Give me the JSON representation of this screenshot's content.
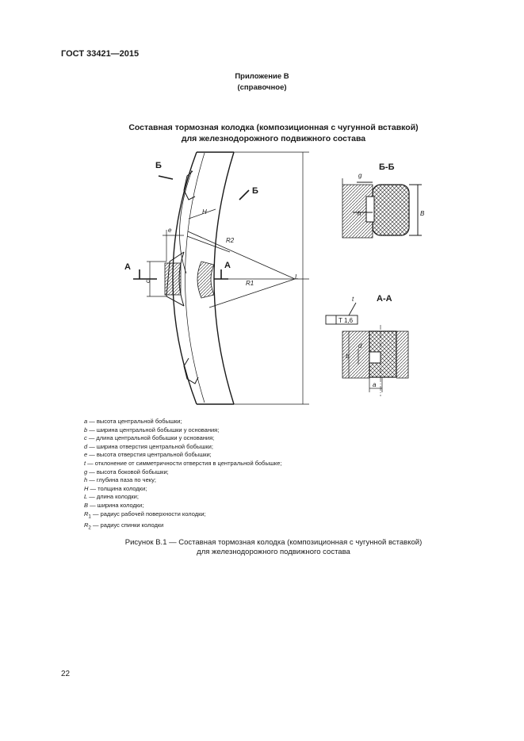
{
  "header": {
    "doc_code": "ГОСТ 33421—2015"
  },
  "appendix": {
    "line1": "Приложение В",
    "line2": "(справочное)"
  },
  "figure_title": {
    "line1": "Составная тормозная колодка (композиционная с чугунной вставкой)",
    "line2": "для железнодорожного подвижного состава"
  },
  "drawing": {
    "section_bb_title": "Б-Б",
    "section_aa_title": "А-А",
    "section_mark_a": "А",
    "section_mark_b": "Б",
    "tolerance_value": "T 1,6",
    "labels": {
      "H": "H",
      "R2": "R2",
      "R1": "R1",
      "L": "L",
      "e": "e",
      "c": "c",
      "g": "g",
      "h": "h",
      "B": "B",
      "t": "t",
      "b": "b",
      "d": "d",
      "a": "a"
    }
  },
  "legend": [
    {
      "sym": "a",
      "sub": "",
      "text": " — высота центральной бобышки;"
    },
    {
      "sym": "b",
      "sub": "",
      "text": " — ширина центральной бобышки у основания;"
    },
    {
      "sym": "c",
      "sub": "",
      "text": " — длина центральной бобышки у основания;"
    },
    {
      "sym": "d",
      "sub": "",
      "text": " — ширина отверстия центральной бобышки;"
    },
    {
      "sym": "e",
      "sub": "",
      "text": " — высота отверстия центральной бобышки;"
    },
    {
      "sym": "t",
      "sub": "",
      "text": " — отклонение от симметричности отверстия в центральной бобышке;"
    },
    {
      "sym": "g",
      "sub": "",
      "text": " — высота боковой бобышки;"
    },
    {
      "sym": "h",
      "sub": "",
      "text": " — глубина паза по чеку;"
    },
    {
      "sym": "H",
      "sub": "",
      "text": " — толщина колодки;"
    },
    {
      "sym": "L",
      "sub": "",
      "text": " — длина колодки;"
    },
    {
      "sym": "B",
      "sub": "",
      "text": " — ширина колодки;"
    },
    {
      "sym": "R",
      "sub": "1",
      "text": " — радиус рабочей поверхности колодки;"
    },
    {
      "sym": "R",
      "sub": "2",
      "text": " — радиус спинки колодки"
    }
  ],
  "caption": {
    "line1": "Рисунок В.1 — Составная тормозная колодка (композиционная с чугунной вставкой)",
    "line2": "для железнодорожного подвижного состава"
  },
  "page_number": "22"
}
